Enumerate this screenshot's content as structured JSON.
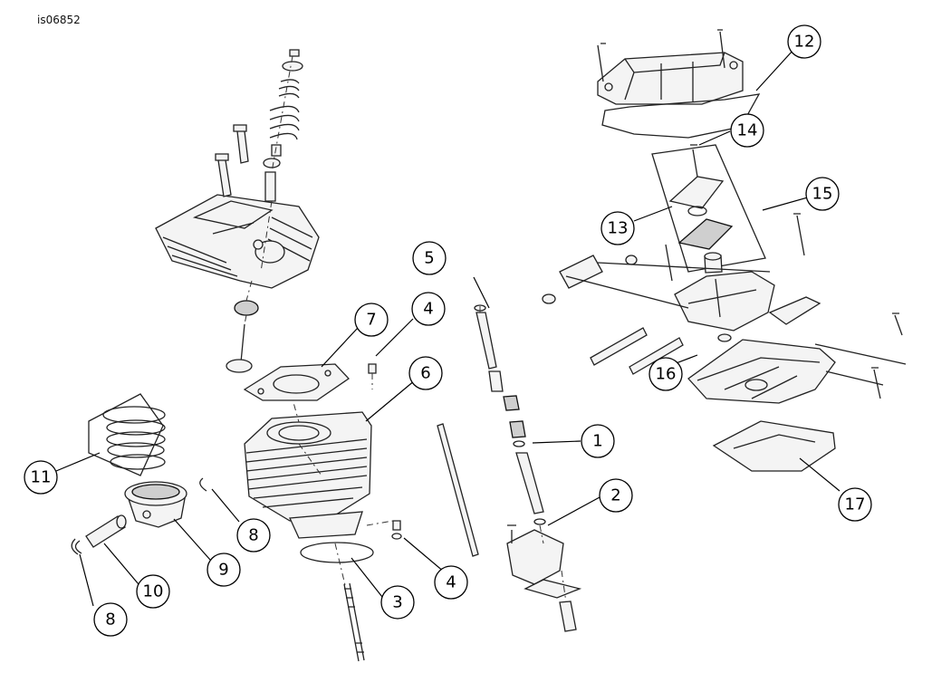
{
  "figure_id": "is06852",
  "callouts": [
    "1",
    "2",
    "3",
    "4",
    "4",
    "5",
    "6",
    "7",
    "8",
    "8",
    "9",
    "10",
    "11",
    "12",
    "13",
    "14",
    "15",
    "16",
    "17"
  ]
}
